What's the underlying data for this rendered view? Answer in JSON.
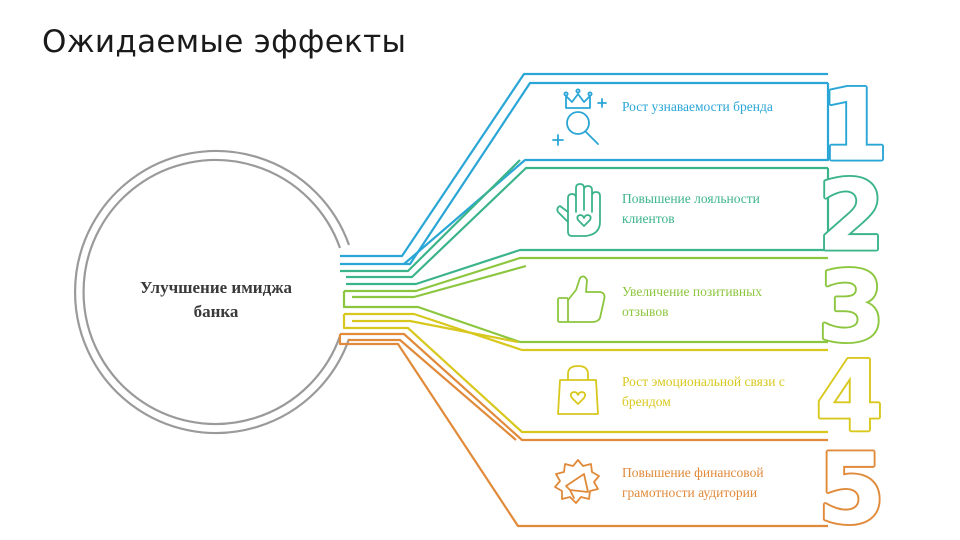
{
  "slide": {
    "title": "Ожидаемые эффекты"
  },
  "center": {
    "label": "Улучшение имиджа банка"
  },
  "items": [
    {
      "number": "1",
      "text": "Рост узнаваемости бренда",
      "icon": "crown-person-icon",
      "color": "#2aa6d6"
    },
    {
      "number": "2",
      "text": "Повышение лояльности клиентов",
      "icon": "hand-heart-icon",
      "color": "#3cb48a"
    },
    {
      "number": "3",
      "text": "Увеличение позитивных отзывов",
      "icon": "thumbs-up-icon",
      "color": "#8cc63f"
    },
    {
      "number": "4",
      "text": "Рост эмоциональной связи с брендом",
      "icon": "bag-heart-icon",
      "color": "#d8c81e"
    },
    {
      "number": "5",
      "text": "Повышение финансовой грамотности аудитории",
      "icon": "megaphone-badge-icon",
      "color": "#e08a3a"
    }
  ]
}
